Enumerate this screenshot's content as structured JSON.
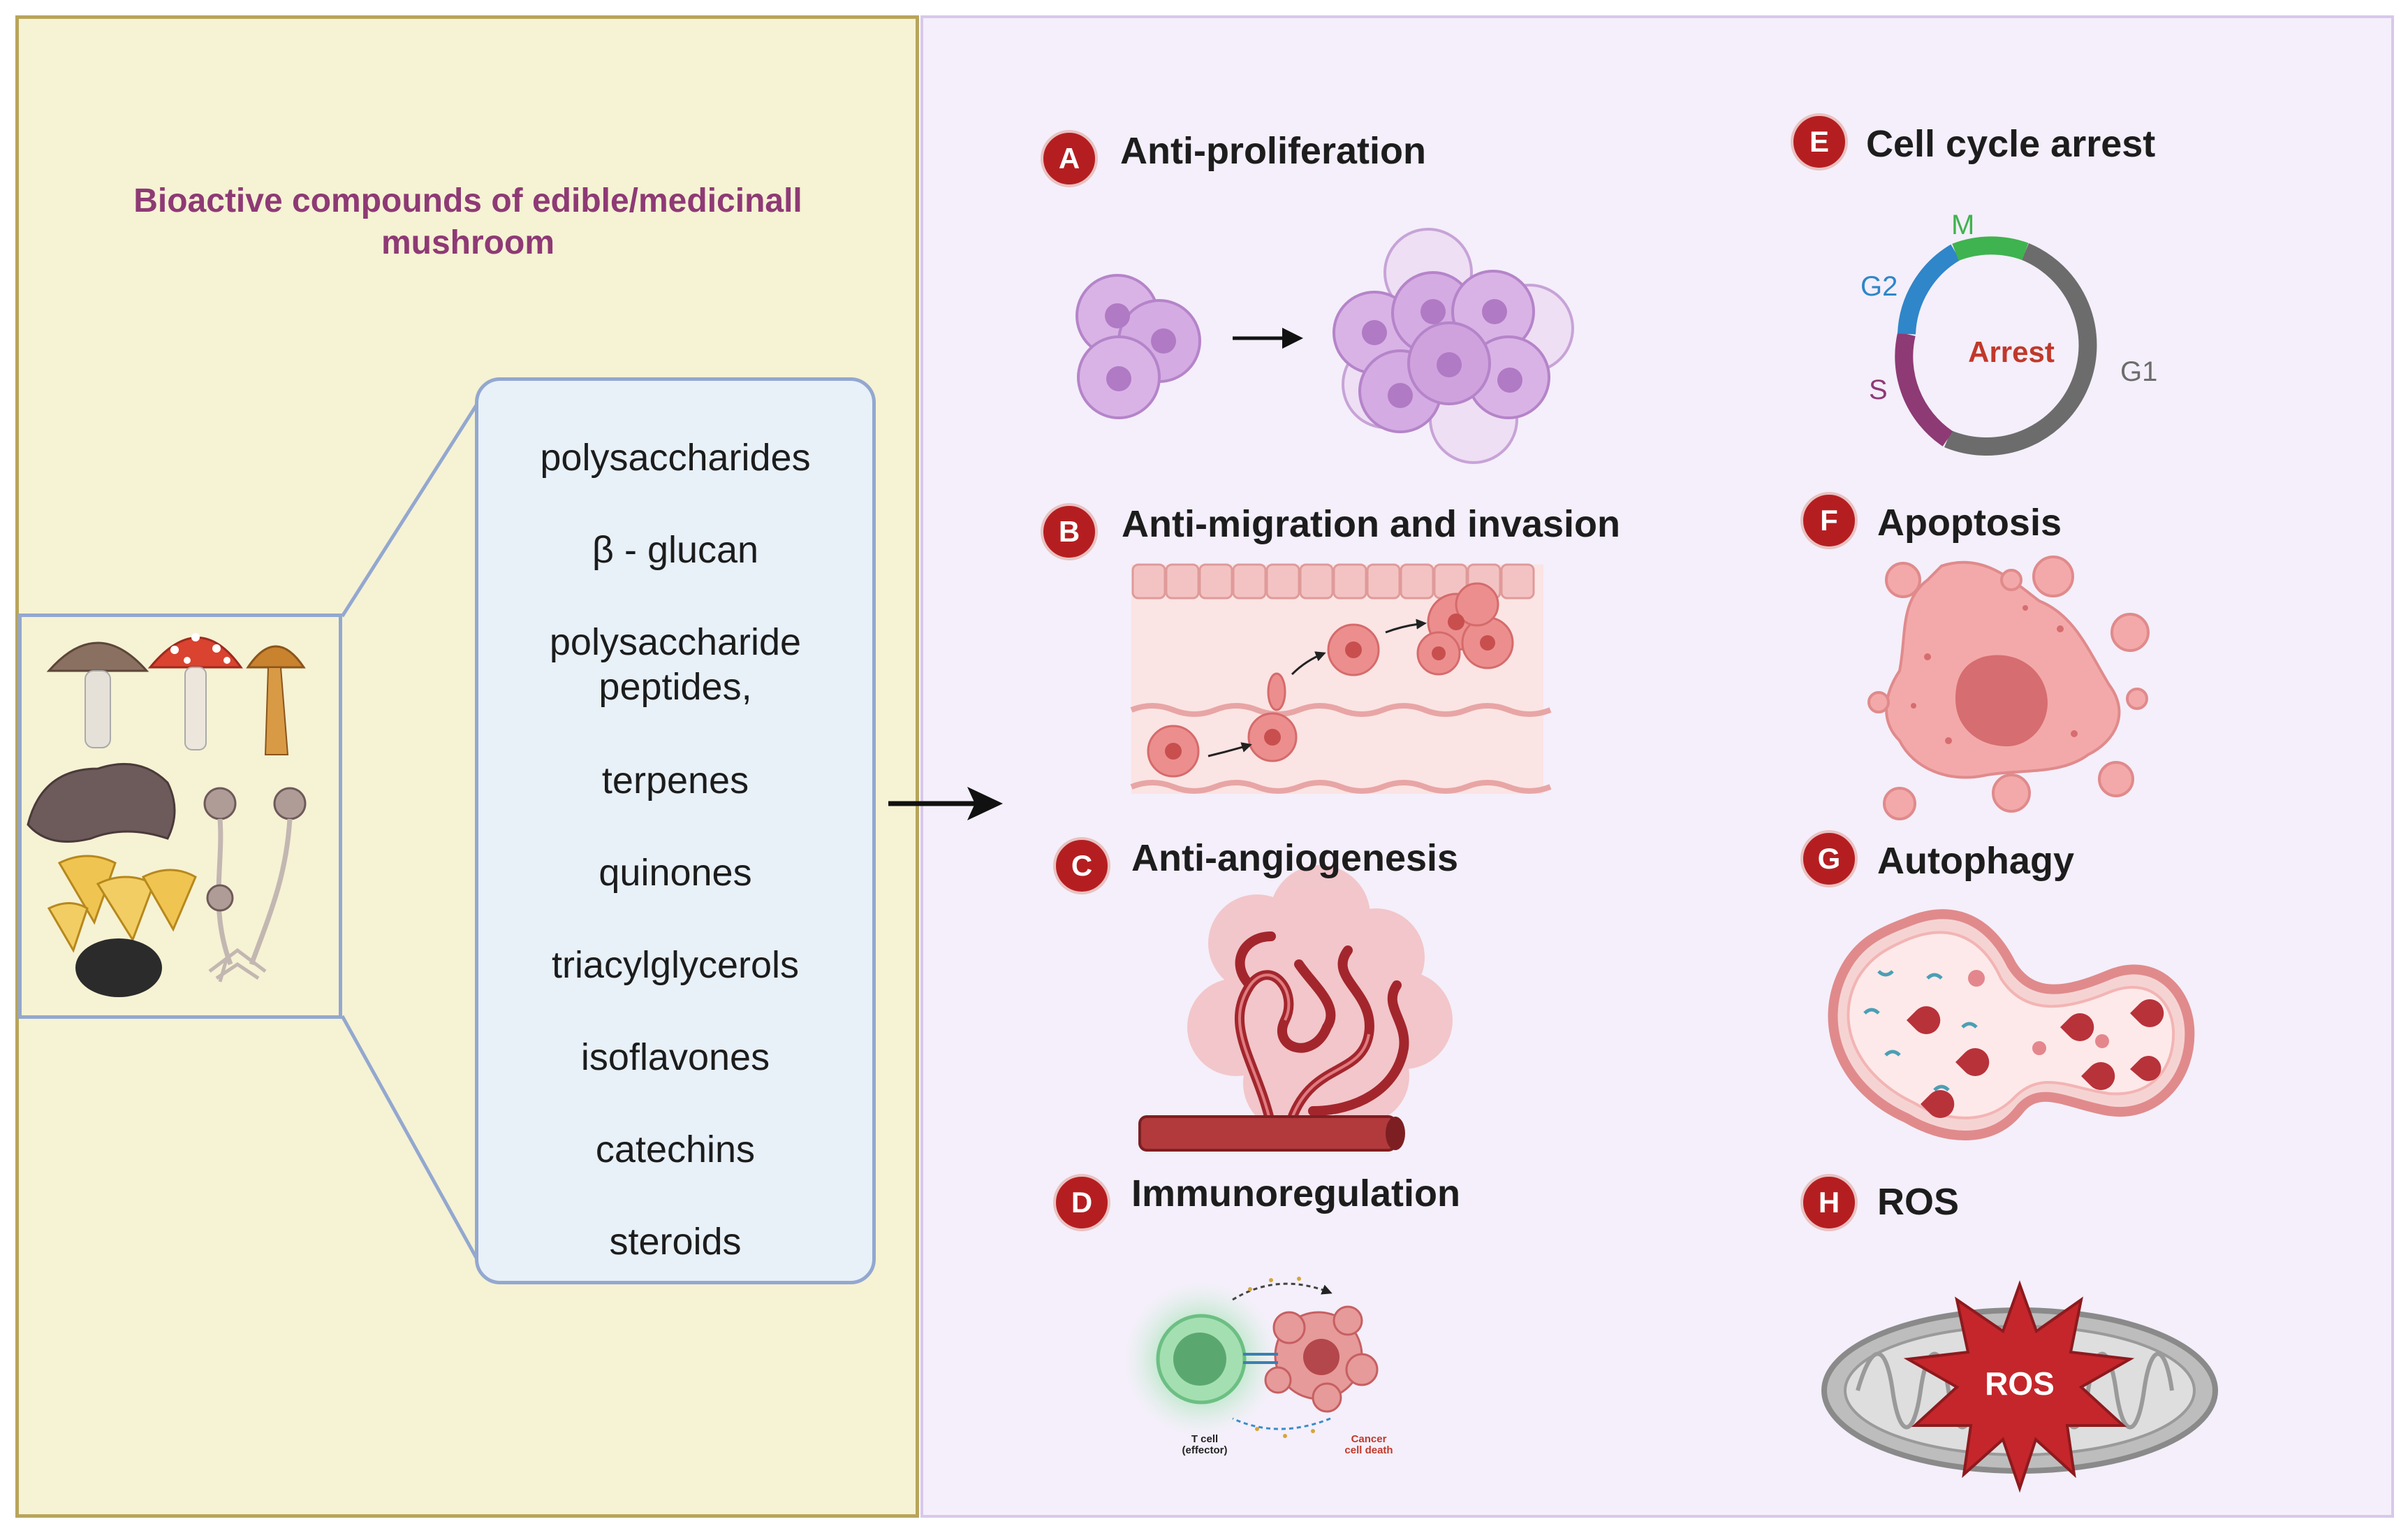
{
  "left_panel": {
    "title_line1": "Bioactive compounds of edible/medicinall",
    "title_line2": "mushroom",
    "compounds": [
      "polysaccharides",
      "β - glucan",
      "polysaccharide",
      "peptides,",
      "terpenes",
      "quinones",
      "triacylglycerols",
      "isoflavones",
      "catechins",
      "steroids"
    ]
  },
  "sections": {
    "a": {
      "badge": "A",
      "title": "Anti-proliferation"
    },
    "b": {
      "badge": "B",
      "title": "Anti-migration and invasion"
    },
    "c": {
      "badge": "C",
      "title": "Anti-angiogenesis"
    },
    "d": {
      "badge": "D",
      "title": "Immunoregulation",
      "tcell_line1": "T cell",
      "tcell_line2": "(effector)",
      "death_line1": "Cancer",
      "death_line2": "cell death"
    },
    "e": {
      "badge": "E",
      "title": "Cell cycle arrest",
      "center": "Arrest",
      "phases": {
        "m": "M",
        "g2": "G2",
        "s": "S",
        "g1": "G1"
      }
    },
    "f": {
      "badge": "F",
      "title": "Apoptosis"
    },
    "g": {
      "badge": "G",
      "title": "Autophagy"
    },
    "h": {
      "badge": "H",
      "title": "ROS",
      "burst": "ROS"
    }
  },
  "colors": {
    "left_bg": "#f6f2d4",
    "right_bg": "#f4effa",
    "title_purple": "#8e3a75",
    "badge_red": "#b51e21",
    "phase_m": "#3fb34f",
    "phase_g2": "#2f86c9",
    "phase_s": "#8e3a75",
    "phase_g1": "#6c6c6c",
    "arrest_red": "#c0392b"
  }
}
